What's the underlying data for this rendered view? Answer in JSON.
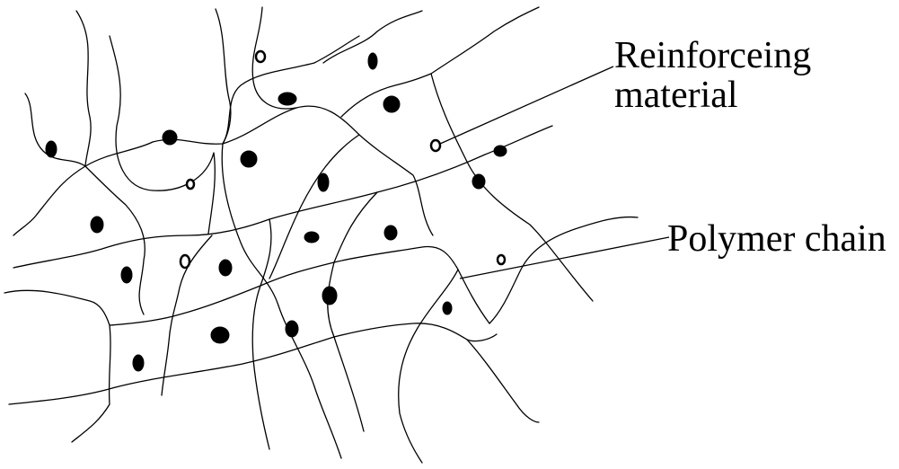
{
  "labels": {
    "reinforcing_line1": "Reinforceing",
    "reinforcing_line2": "material",
    "polymer": "Polymer chain"
  },
  "colors": {
    "ink": "#000000",
    "background": "#ffffff"
  }
}
